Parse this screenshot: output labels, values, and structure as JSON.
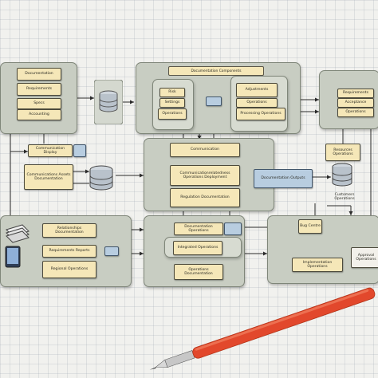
{
  "panels": {
    "top_left": {
      "boxes": [
        "Documentation",
        "Requirements",
        "Specs",
        "Accounting"
      ]
    },
    "top_center": {
      "header": "Documentation Components",
      "left": [
        "Risk",
        "Settings",
        "Operations"
      ],
      "right": [
        "Adjustments",
        "Operations",
        "Processing Operations"
      ],
      "tag": ""
    },
    "top_right": {
      "boxes": [
        "Requirements",
        "Acceptance",
        "Operations"
      ]
    },
    "left_mid": {
      "boxes": [
        "Communication Display",
        "Communications Assets Documentation"
      ]
    },
    "center_mid": {
      "boxes": [
        "Communication",
        "Communicationrelatedness Operations Deployment",
        "Regulation Documentation"
      ]
    },
    "right_mid": {
      "blue_box": "Documentation Outputs",
      "top_box": "Resources Operations",
      "bottom_box": "Customers Operations"
    },
    "bottom_left": {
      "boxes": [
        "Relationships Documentation",
        "Requirements Reports",
        "Regional Operations"
      ]
    },
    "bottom_center": {
      "boxes": [
        "Documentation Operations",
        "Integrated Operations",
        "Operations Documentation"
      ]
    },
    "bottom_right": {
      "boxes": [
        "Bug Centre",
        "Approval Operations",
        "Implementation Operations"
      ]
    }
  },
  "colors": {
    "panel": "#c8cdc2",
    "box": "#f5e7b8",
    "blue_box": "#b8cde0",
    "pen": "#e2482c"
  },
  "icons": [
    "database-icon",
    "document-stack-icon",
    "tablet-icon",
    "pen"
  ]
}
